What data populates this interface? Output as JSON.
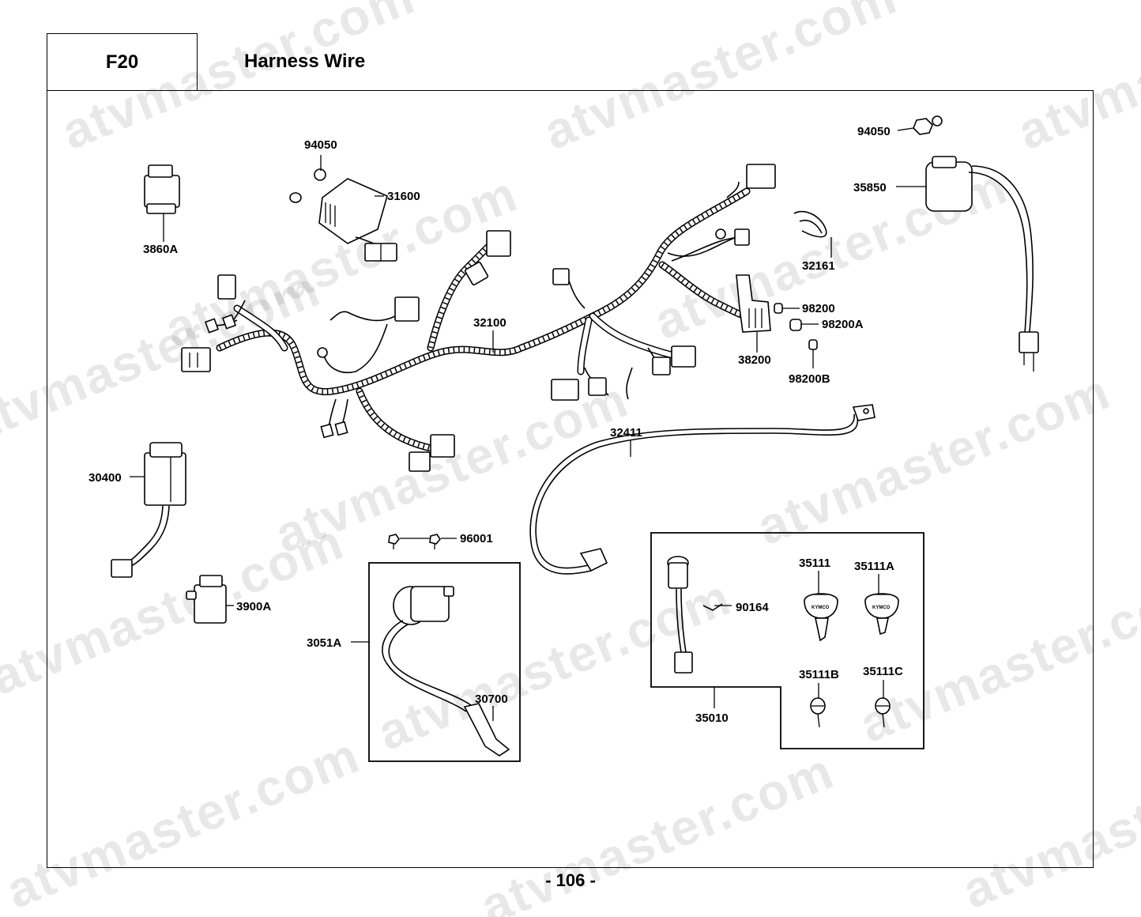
{
  "header": {
    "code": "F20",
    "title": "Harness Wire"
  },
  "footer": {
    "page": "- 106 -"
  },
  "watermark": {
    "text": "atvmaster.com"
  },
  "callouts": {
    "c94050a": "94050",
    "c31600": "31600",
    "c3860a": "3860A",
    "c32100": "32100",
    "c32161": "32161",
    "c94050b": "94050",
    "c35850": "35850",
    "c98200": "98200",
    "c98200a": "98200A",
    "c38200": "38200",
    "c98200b": "98200B",
    "c32411": "32411",
    "c30400": "30400",
    "c96001": "96001",
    "c3900a": "3900A",
    "c3051a": "3051A",
    "c30700": "30700",
    "c90164": "90164",
    "c35111": "35111",
    "c35111a": "35111A",
    "c35111b": "35111B",
    "c35111c": "35111C",
    "c35010": "35010"
  },
  "key_brand": "KYMCO"
}
